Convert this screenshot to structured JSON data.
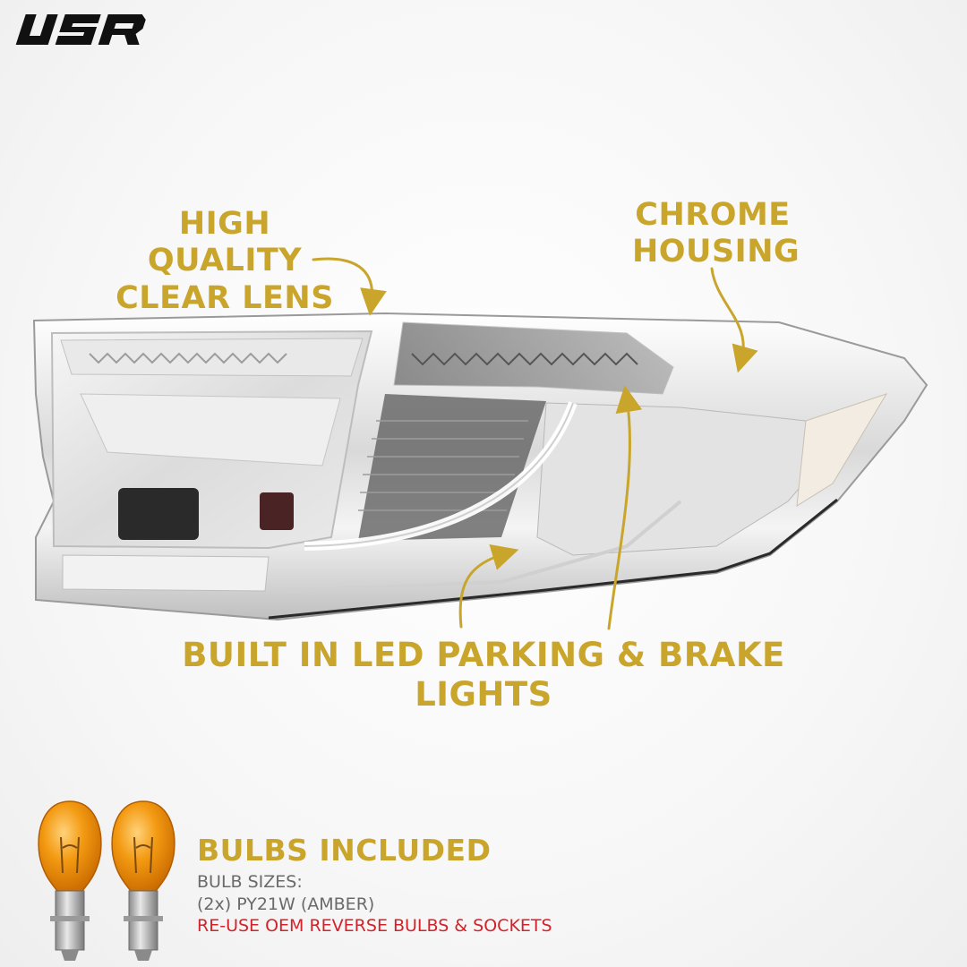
{
  "brand": {
    "logo_text": "USR",
    "colors": {
      "logo": "#111111",
      "accent": "#c9a52c",
      "warning": "#d2232a"
    }
  },
  "callouts": {
    "lens": [
      "HIGH QUALITY",
      "CLEAR LENS"
    ],
    "housing": [
      "CHROME",
      "HOUSING"
    ],
    "led": "BUILT IN LED PARKING & BRAKE LIGHTS"
  },
  "bulbs": {
    "title": "BULBS INCLUDED",
    "sizes_label": "BULB SIZES:",
    "size_spec": "(2x) PY21W (AMBER)",
    "note": "RE-USE OEM REVERSE BULBS & SOCKETS"
  }
}
